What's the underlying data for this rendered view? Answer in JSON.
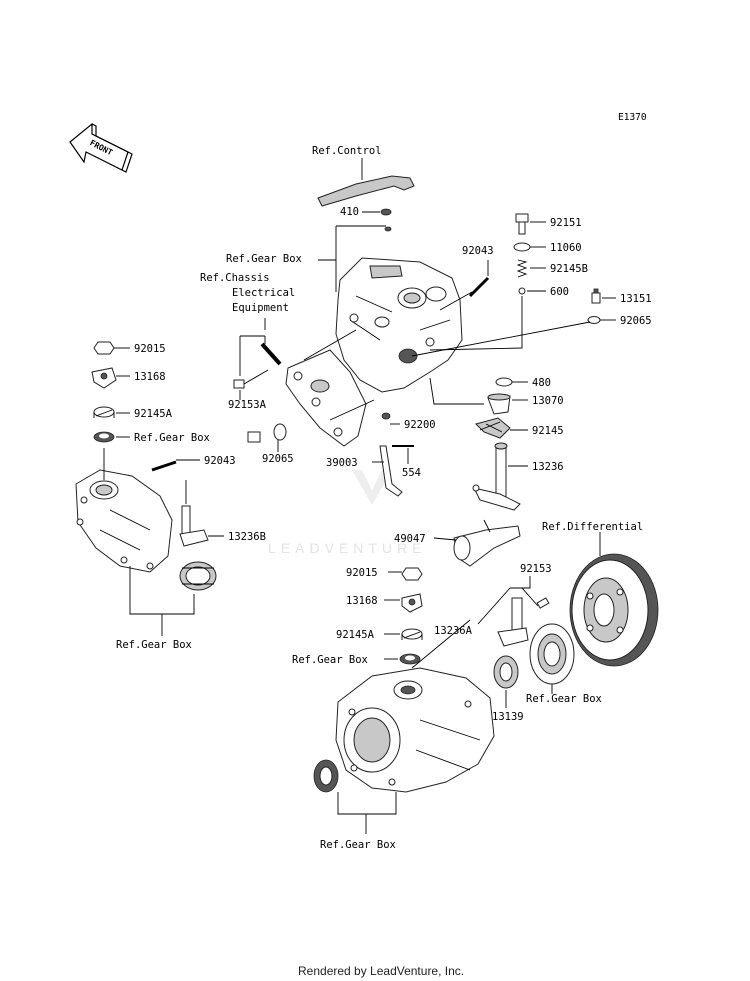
{
  "diagram_code": "E1370",
  "front_label": "FRONT",
  "watermark": "LEADVENTURE",
  "footer": "Rendered by LeadVenture, Inc.",
  "labels": {
    "ref_control": "Ref.Control",
    "p410": "410",
    "ref_gear_box_top": "Ref.Gear Box",
    "ref_chassis_line1": "Ref.Chassis",
    "ref_chassis_line2": "Electrical",
    "ref_chassis_line3": "Equipment",
    "p92043_top": "92043",
    "p92151": "92151",
    "p11060": "11060",
    "p92145B": "92145B",
    "p600": "600",
    "p13151": "13151",
    "p92065_right": "92065",
    "p92015_left": "92015",
    "p13168_left": "13168",
    "p92145A_left": "92145A",
    "ref_gear_box_left": "Ref.Gear Box",
    "p92043_left": "92043",
    "p92153A": "92153A",
    "p92065_mid": "92065",
    "p480": "480",
    "p13070": "13070",
    "p92145": "92145",
    "p92200": "92200",
    "p39003": "39003",
    "p554": "554",
    "p13236": "13236",
    "p13236B": "13236B",
    "ref_differential": "Ref.Differential",
    "p49047": "49047",
    "p92015_low": "92015",
    "p92153": "92153",
    "p13168_low": "13168",
    "p13236A": "13236A",
    "p92145A_low": "92145A",
    "ref_gear_box_low": "Ref.Gear Box",
    "ref_gear_box_bl": "Ref.Gear Box",
    "ref_gear_box_right": "Ref.Gear Box",
    "p13139": "13139",
    "ref_gear_box_bottom": "Ref.Gear Box"
  }
}
